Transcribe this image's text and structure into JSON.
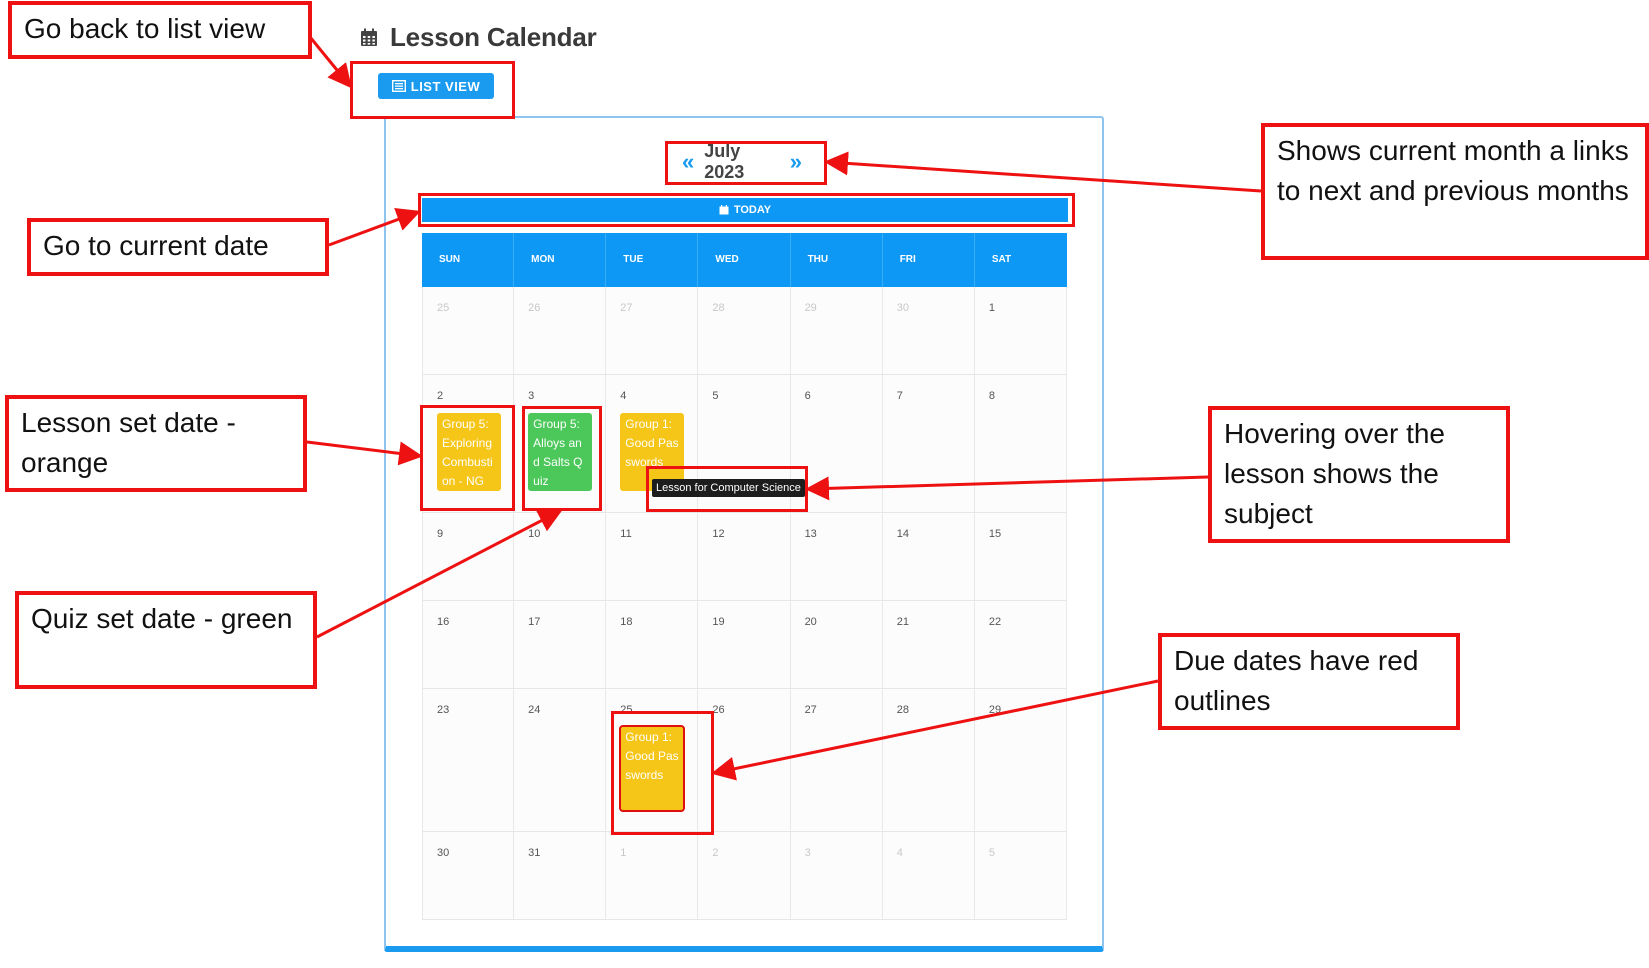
{
  "header": {
    "title": "Lesson Calendar",
    "list_view_label": "LIST VIEW"
  },
  "calendar": {
    "month_label": "July 2023",
    "prev_icon": "«",
    "next_icon": "»",
    "today_label": "TODAY",
    "weekdays": [
      "SUN",
      "MON",
      "TUE",
      "WED",
      "THU",
      "FRI",
      "SAT"
    ],
    "weeks": [
      [
        {
          "n": "25",
          "m": true
        },
        {
          "n": "26",
          "m": true
        },
        {
          "n": "27",
          "m": true
        },
        {
          "n": "28",
          "m": true
        },
        {
          "n": "29",
          "m": true
        },
        {
          "n": "30",
          "m": true
        },
        {
          "n": "1"
        }
      ],
      [
        {
          "n": "2"
        },
        {
          "n": "3"
        },
        {
          "n": "4"
        },
        {
          "n": "5"
        },
        {
          "n": "6"
        },
        {
          "n": "7"
        },
        {
          "n": "8"
        }
      ],
      [
        {
          "n": "9"
        },
        {
          "n": "10"
        },
        {
          "n": "11"
        },
        {
          "n": "12"
        },
        {
          "n": "13"
        },
        {
          "n": "14"
        },
        {
          "n": "15"
        }
      ],
      [
        {
          "n": "16"
        },
        {
          "n": "17"
        },
        {
          "n": "18"
        },
        {
          "n": "19"
        },
        {
          "n": "20"
        },
        {
          "n": "21"
        },
        {
          "n": "22"
        }
      ],
      [
        {
          "n": "23"
        },
        {
          "n": "24"
        },
        {
          "n": "25"
        },
        {
          "n": "26"
        },
        {
          "n": "27"
        },
        {
          "n": "28"
        },
        {
          "n": "29"
        }
      ],
      [
        {
          "n": "30"
        },
        {
          "n": "31"
        },
        {
          "n": "1",
          "m": true
        },
        {
          "n": "2",
          "m": true
        },
        {
          "n": "3",
          "m": true
        },
        {
          "n": "4",
          "m": true
        },
        {
          "n": "5",
          "m": true
        }
      ]
    ],
    "events": [
      {
        "week": 1,
        "day": 0,
        "kind": "lesson",
        "text": "Group 5: Exploring Combustion - NG"
      },
      {
        "week": 1,
        "day": 1,
        "kind": "quiz",
        "text": "Group 5: Alloys and Salts Quiz"
      },
      {
        "week": 1,
        "day": 2,
        "kind": "lesson",
        "text": "Group 1: Good Passwords"
      },
      {
        "week": 4,
        "day": 2,
        "kind": "lesson due",
        "text": "Group 1: Good Passwords"
      }
    ],
    "tooltip": "Lesson for Computer Science"
  },
  "colors": {
    "accent": "#1a9bf0",
    "lesson": "#f5c518",
    "quiz": "#4cc85a",
    "annotation": "#ee1111"
  },
  "annotations": {
    "list_view": "Go back to list view",
    "today": "Go to current date",
    "month": "Shows current month a links to next and previous months",
    "lesson": "Lesson set date - orange",
    "quiz": "Quiz set date - green",
    "hover": "Hovering over the lesson shows the subject",
    "due": "Due dates have red outlines"
  }
}
